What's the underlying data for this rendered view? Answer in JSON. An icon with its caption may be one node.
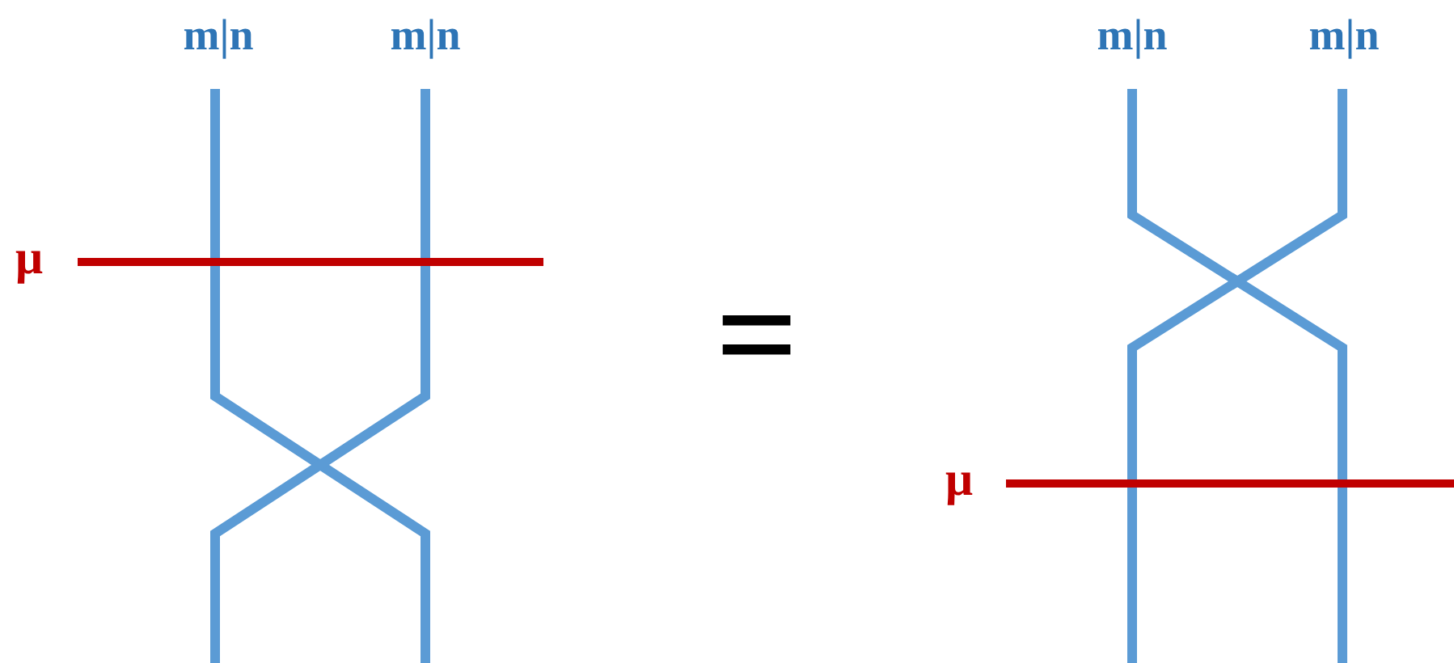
{
  "diagram": {
    "labels": [
      "m|n",
      "m|n",
      "m|n",
      "m|n",
      "μ",
      "=",
      "μ"
    ]
  }
}
